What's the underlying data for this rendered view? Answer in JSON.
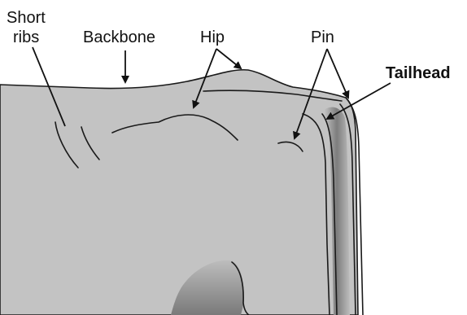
{
  "labels": {
    "short_ribs_line1": "Short",
    "short_ribs_line2": "ribs",
    "backbone": "Backbone",
    "hip": "Hip",
    "pin": "Pin",
    "tailhead": "Tailhead"
  },
  "colors": {
    "body_fill": "#c3c3c3",
    "shadow_fill": "#8e8e8e",
    "outline": "#1a1a1a",
    "text": "#111111"
  }
}
